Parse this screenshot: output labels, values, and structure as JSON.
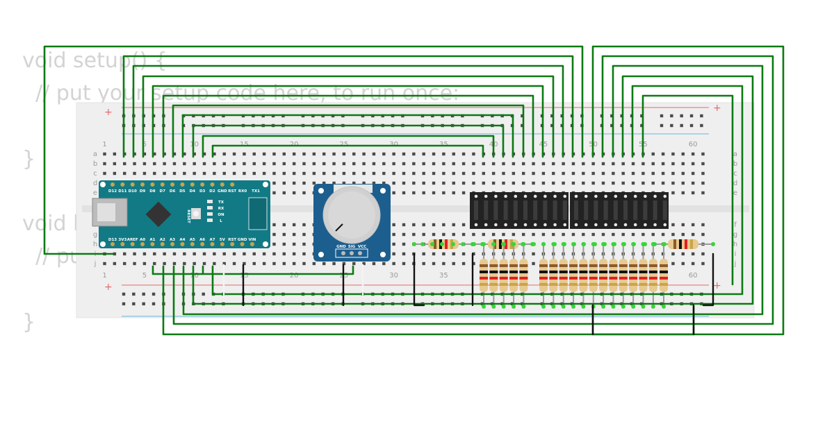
{
  "code": {
    "lines": [
      "void setup() {",
      "  // put your setup code here, to run once:",
      "",
      "}",
      "",
      "void loop() {",
      "  // put your main code here, to run repeatedly:",
      "",
      "}"
    ]
  },
  "breadboard": {
    "column_numbers": [
      "1",
      "5",
      "10",
      "15",
      "20",
      "25",
      "30",
      "35",
      "40",
      "45",
      "50",
      "55",
      "60"
    ],
    "row_letters_top": [
      "a",
      "b",
      "c",
      "d",
      "e"
    ],
    "row_letters_bottom": [
      "f",
      "g",
      "h",
      "i",
      "j"
    ],
    "rail_plus": "+",
    "rail_minus": "-"
  },
  "arduino": {
    "top_pins": [
      "D12",
      "D11",
      "D10",
      "D9",
      "D8",
      "D7",
      "D6",
      "D5",
      "D4",
      "D3",
      "D2",
      "GND",
      "RST",
      "RX0",
      "TX1"
    ],
    "bottom_pins": [
      "D13",
      "3V3",
      "AREF",
      "A0",
      "A1",
      "A2",
      "A3",
      "A4",
      "A5",
      "A6",
      "A7",
      "5V",
      "RST",
      "GND",
      "VIN"
    ],
    "reset_label": "RESET",
    "led_labels": [
      "TX",
      "RX",
      "ON",
      "L"
    ]
  },
  "potentiometer": {
    "pins": [
      "GND",
      "SIG",
      "VCC"
    ]
  },
  "colors": {
    "wire": "#0b7a12",
    "board_bg": "#efefef",
    "arduino": "#127a85",
    "pot": "#1c5f8f",
    "led_bar": "#222222",
    "rail_red": "#e46a6a",
    "rail_blue": "#6ab6dc"
  }
}
